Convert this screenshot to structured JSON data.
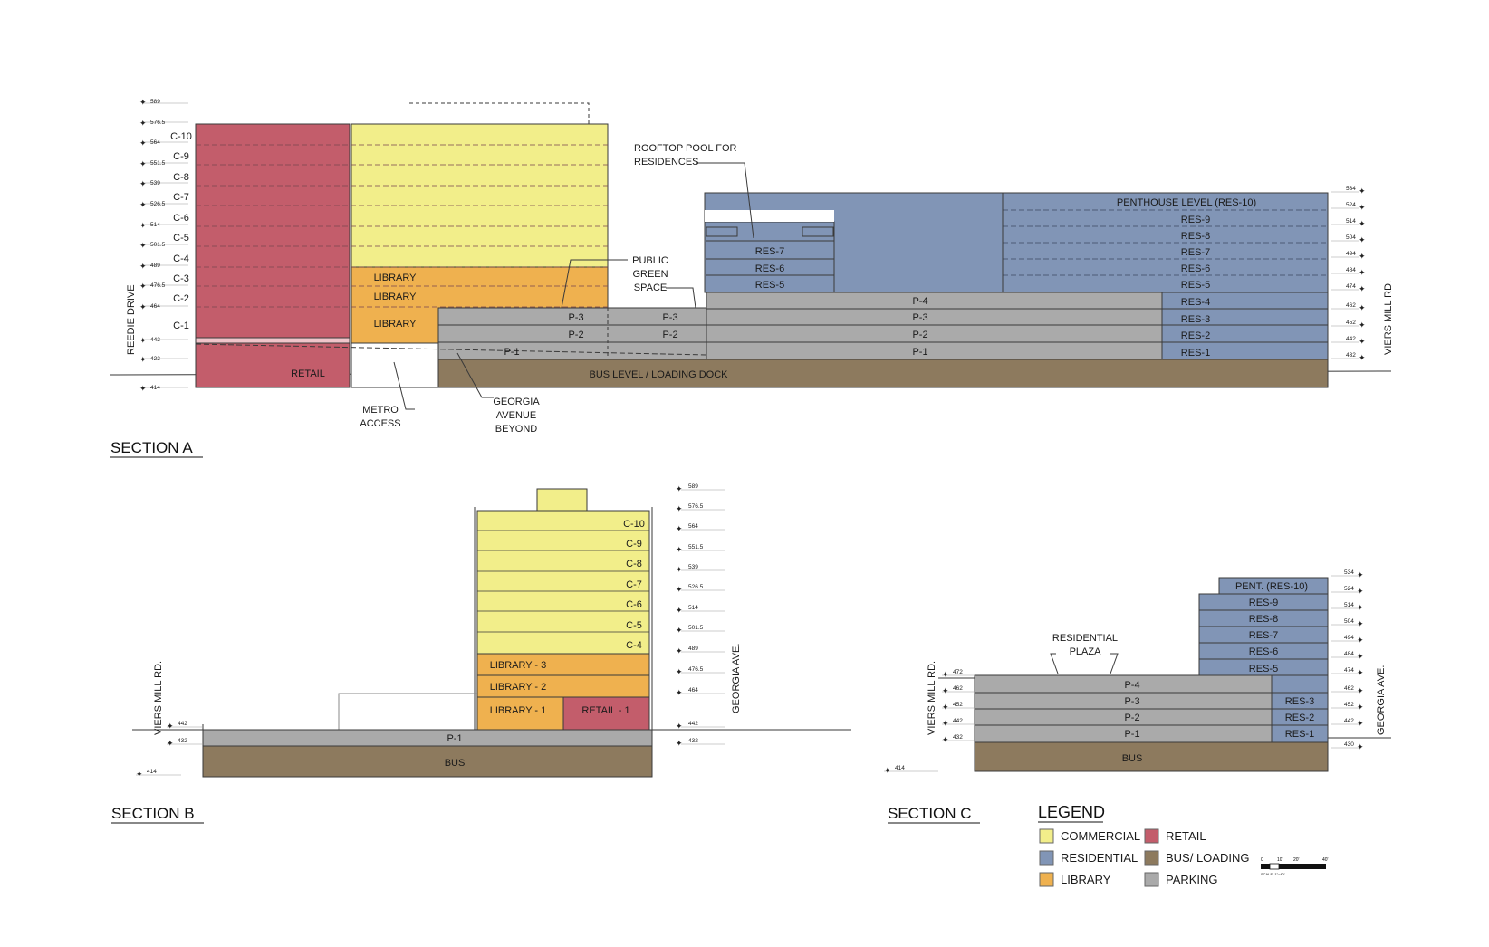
{
  "colors": {
    "commercial": "#f2ee8a",
    "residential": "#8195b6",
    "library": "#efb14f",
    "retail": "#c35d6b",
    "bus_loading": "#8d7a5e",
    "parking": "#aaaaaa"
  },
  "section_a": {
    "title": "SECTION A",
    "street_left": "REEDIE DRIVE",
    "street_right": "VIERS MILL RD.",
    "elevations_left": [
      "589",
      "576.5",
      "564",
      "551.5",
      "539",
      "526.5",
      "514",
      "501.5",
      "489",
      "476.5",
      "464",
      "442",
      "422",
      "414"
    ],
    "elevations_right": [
      "534",
      "524",
      "514",
      "504",
      "494",
      "484",
      "474",
      "462",
      "452",
      "442",
      "432"
    ],
    "commercial_floors": [
      "C-10",
      "C-9",
      "C-8",
      "C-7",
      "C-6",
      "C-5",
      "C-4",
      "C-3",
      "C-2",
      "C-1"
    ],
    "library_floors": [
      "LIBRARY",
      "LIBRARY",
      "LIBRARY"
    ],
    "retail_label": "RETAIL",
    "parking_left": [
      "P-3",
      "P-2"
    ],
    "parking_mid": [
      "P-3",
      "P-2"
    ],
    "parking_main": [
      "P-4",
      "P-3",
      "P-2",
      "P-1"
    ],
    "parking_p1_left": "P-1",
    "residential_floors": [
      "PENTHOUSE LEVEL (RES-10)",
      "RES-9",
      "RES-8",
      "RES-7",
      "RES-6",
      "RES-5",
      "RES-4",
      "RES-3",
      "RES-2",
      "RES-1"
    ],
    "residential_small": [
      "RES-7",
      "RES-6",
      "RES-5"
    ],
    "bus_label": "BUS LEVEL / LOADING DOCK",
    "notes": {
      "rooftop_pool": [
        "ROOFTOP POOL FOR",
        "RESIDENCES"
      ],
      "green_space": [
        "PUBLIC",
        "GREEN",
        "SPACE"
      ],
      "metro_access": [
        "METRO",
        "ACCESS"
      ],
      "georgia_avenue": [
        "GEORGIA",
        "AVENUE",
        "BEYOND"
      ]
    }
  },
  "section_b": {
    "title": "SECTION B",
    "street_left": "VIERS MILL RD.",
    "street_right": "GEORGIA AVE.",
    "elevations_left": [
      "442",
      "432",
      "414"
    ],
    "elevations_right": [
      "589",
      "576.5",
      "564",
      "551.5",
      "539",
      "526.5",
      "514",
      "501.5",
      "489",
      "476.5",
      "464",
      "442",
      "432"
    ],
    "commercial_floors": [
      "C-10",
      "C-9",
      "C-8",
      "C-7",
      "C-6",
      "C-5",
      "C-4"
    ],
    "library_floors": [
      "LIBRARY - 3",
      "LIBRARY - 2",
      "LIBRARY - 1"
    ],
    "retail_label": "RETAIL - 1",
    "parking_label": "P-1",
    "bus_label": "BUS"
  },
  "section_c": {
    "title": "SECTION C",
    "street_left": "VIERS MILL RD.",
    "street_right": "GEORGIA AVE.",
    "elevations_left": [
      "472",
      "462",
      "452",
      "442",
      "432",
      "414"
    ],
    "elevations_right": [
      "534",
      "524",
      "514",
      "504",
      "494",
      "484",
      "474",
      "462",
      "452",
      "442",
      "430"
    ],
    "residential_floors": [
      "PENT. (RES-10)",
      "RES-9",
      "RES-8",
      "RES-7",
      "RES-6",
      "RES-5"
    ],
    "parking_floors": [
      "P-4",
      "P-3",
      "P-2",
      "P-1"
    ],
    "residential_low": [
      "RES-3",
      "RES-2",
      "RES-1"
    ],
    "bus_label": "BUS",
    "notes": {
      "plaza": [
        "RESIDENTIAL",
        "PLAZA"
      ]
    }
  },
  "legend": {
    "title": "LEGEND",
    "items": [
      {
        "label": "COMMERCIAL",
        "key": "commercial"
      },
      {
        "label": "RESIDENTIAL",
        "key": "residential"
      },
      {
        "label": "LIBRARY",
        "key": "library"
      },
      {
        "label": "RETAIL",
        "key": "retail"
      },
      {
        "label": "BUS/ LOADING",
        "key": "bus_loading"
      },
      {
        "label": "PARKING",
        "key": "parking"
      }
    ]
  },
  "scale_bar": {
    "ticks": [
      "0",
      "10'",
      "20'",
      "40'"
    ],
    "caption": "SCALE: 1\"=40'"
  }
}
